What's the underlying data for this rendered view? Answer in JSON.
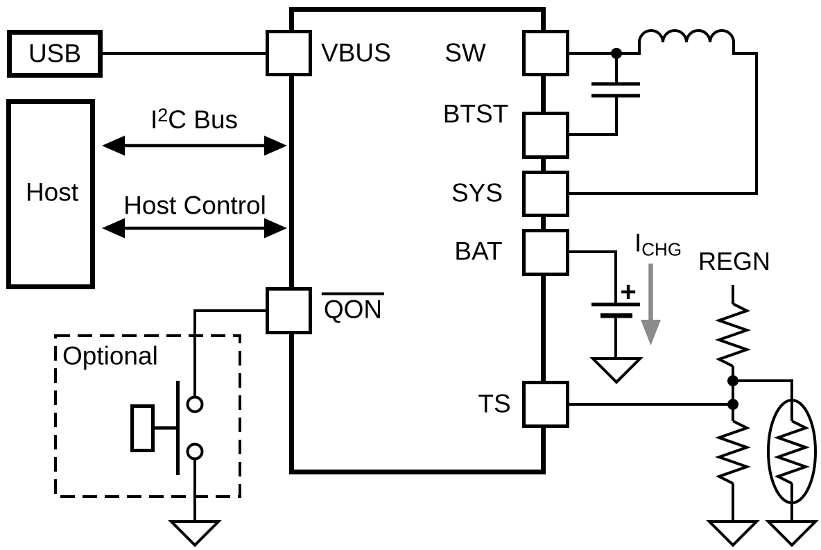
{
  "blocks": {
    "usb": {
      "label": "USB"
    },
    "host": {
      "label": "Host"
    },
    "optional": {
      "label": "Optional"
    }
  },
  "connections": {
    "i2c_bus": {
      "base": "I",
      "sup": "2",
      "rest": "C Bus"
    },
    "host_control": "Host Control"
  },
  "pins": {
    "vbus": "VBUS",
    "qon": "QON",
    "sw": "SW",
    "btst": "BTST",
    "sys": "SYS",
    "bat": "BAT",
    "ts": "TS"
  },
  "annotations": {
    "charge_current": {
      "base": "I",
      "sub": "CHG"
    },
    "regn": "REGN",
    "battery_positive": "+"
  },
  "colors": {
    "line": "#000000",
    "background": "#ffffff",
    "current_arrow": "#8b8b8b"
  }
}
